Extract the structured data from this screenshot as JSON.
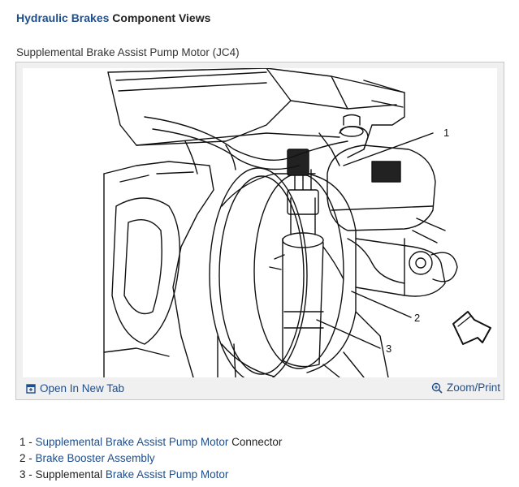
{
  "header": {
    "title_link": "Hydraulic Brakes",
    "title_rest": " Component Views"
  },
  "figure": {
    "caption": "Supplemental Brake Assist Pump Motor (JC4)",
    "callouts": [
      "1",
      "2",
      "3"
    ],
    "open_new_tab_label": "Open In New Tab",
    "zoom_print_label": "Zoom/Print",
    "icons": [
      "open-new-tab-icon",
      "zoom-icon"
    ]
  },
  "legend": [
    {
      "num": "1 - ",
      "prefix": "",
      "link": "Supplemental Brake Assist Pump Motor",
      "suffix": " Connector"
    },
    {
      "num": "2 - ",
      "prefix": "",
      "link": "Brake Booster Assembly",
      "suffix": ""
    },
    {
      "num": "3 - ",
      "prefix": "Supplemental ",
      "link": "Brake Assist Pump Motor",
      "suffix": ""
    }
  ],
  "colors": {
    "link": "#1f4e8c",
    "text": "#222222",
    "frame_bg": "#f0f0f0"
  }
}
